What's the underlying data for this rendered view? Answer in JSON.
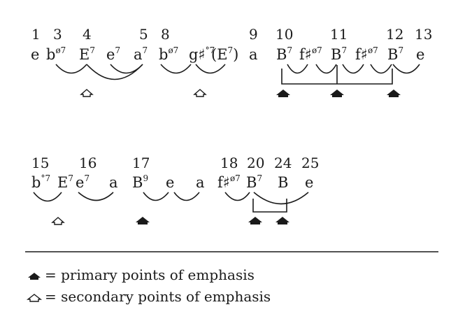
{
  "rows": [
    {
      "measures": [
        "1",
        "3",
        "4",
        "5",
        "8",
        "9",
        "10",
        "11",
        "12",
        "13"
      ],
      "chords": [
        {
          "base": "e",
          "sup": ""
        },
        {
          "base": "b",
          "sup": "ø7"
        },
        {
          "base": "E",
          "sup": "7"
        },
        {
          "base": "e",
          "sup": "7"
        },
        {
          "base": "a",
          "sup": "7"
        },
        {
          "base": "b",
          "sup": "ø7"
        },
        {
          "base": "g♯",
          "sup": "°7"
        },
        {
          "base": "(E",
          "sup": "7",
          "after": ")"
        },
        {
          "base": "a",
          "sup": ""
        },
        {
          "base": "B",
          "sup": "7"
        },
        {
          "base": "f♯",
          "sup": "ø7"
        },
        {
          "base": "B",
          "sup": "7"
        },
        {
          "base": "f♯",
          "sup": "ø7"
        },
        {
          "base": "B",
          "sup": "7"
        },
        {
          "base": "e",
          "sup": ""
        }
      ],
      "markers": [
        "secondary",
        "secondary",
        "primary",
        "primary",
        "primary"
      ]
    },
    {
      "measures": [
        "15",
        "16",
        "17",
        "18",
        "20",
        "24",
        "25"
      ],
      "chords": [
        {
          "base": "b",
          "sup": "°7"
        },
        {
          "base": "E",
          "sup": "7"
        },
        {
          "base": "e",
          "sup": "7"
        },
        {
          "base": "a",
          "sup": ""
        },
        {
          "base": "B",
          "sup": "9"
        },
        {
          "base": "e",
          "sup": ""
        },
        {
          "base": "a",
          "sup": ""
        },
        {
          "base": "f♯",
          "sup": "ø7"
        },
        {
          "base": "B",
          "sup": "7"
        },
        {
          "base": "B",
          "sup": ""
        },
        {
          "base": "e",
          "sup": ""
        }
      ],
      "markers": [
        "secondary",
        "primary",
        "primary",
        "primary"
      ]
    }
  ],
  "legend": [
    {
      "kind": "primary",
      "text": "= primary points of emphasis"
    },
    {
      "kind": "secondary",
      "text": "= secondary points of emphasis"
    }
  ],
  "colors": {
    "ink": "#1a1a1a",
    "background": "#ffffff"
  }
}
